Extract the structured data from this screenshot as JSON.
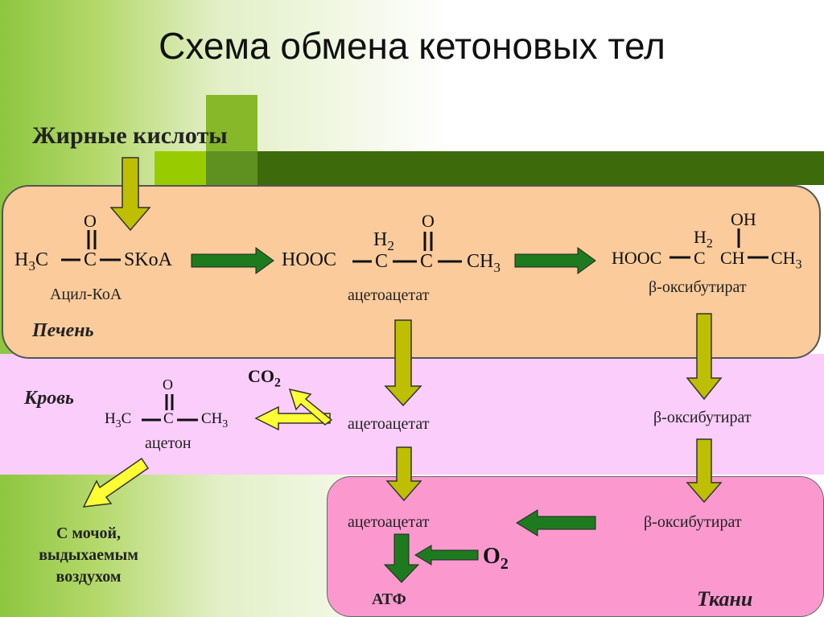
{
  "title": "Схема обмена кетоновых тел",
  "source": "Жирные кислоты",
  "compartments": {
    "liver": "Печень",
    "blood": "Кровь",
    "tissues": "Ткани"
  },
  "acyl_coa": {
    "o_atom": "O",
    "left": "H",
    "left_sub": "3",
    "left_end": "C",
    "center": "C",
    "right": "SKoA",
    "name": "Ацил-КоА"
  },
  "acetoacetate_struct": {
    "left": "HOOC",
    "ch2_h": "H",
    "ch2_sub": "2",
    "c1": "C",
    "o_atom": "O",
    "c2": "C",
    "right": "CH",
    "right_sub": "3"
  },
  "hydroxybutyrate_struct": {
    "left": "HOOC",
    "ch2_h": "H",
    "ch2_sub": "2",
    "c1": "C",
    "ch": "CH",
    "oh": "OH",
    "right": "CH",
    "right_sub": "3"
  },
  "acetone_struct": {
    "o_atom": "O",
    "left": "H",
    "left_sub": "3",
    "left_end": "C",
    "center": "C",
    "right": "CH",
    "right_sub": "3",
    "name": "ацетон"
  },
  "labels": {
    "acetoacetate": "ацетоацетат",
    "hydroxybutyrate": "β-оксибутират",
    "co2": "CO",
    "co2_sub": "2",
    "o2": "O",
    "o2_sub": "2",
    "atp": "АТФ",
    "excretion": [
      "С мочой,",
      "выдыхаемым",
      "воздухом"
    ]
  }
}
